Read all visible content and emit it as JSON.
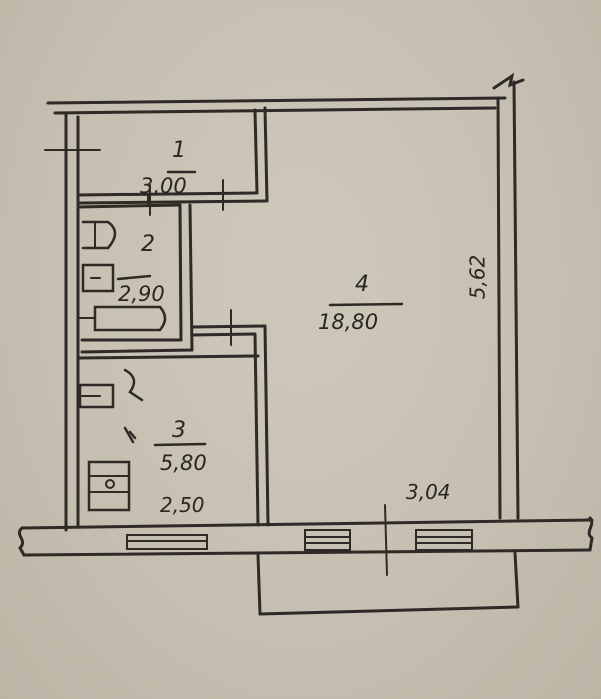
{
  "plan": {
    "rooms": [
      {
        "number": "1",
        "area": "3,00"
      },
      {
        "number": "2",
        "area": "2,90"
      },
      {
        "number": "3",
        "area": "5,80"
      },
      {
        "number": "4",
        "area": "18,80"
      }
    ],
    "dimensions": {
      "kitchen_width": "2,50",
      "room_width": "3,04",
      "room_length": "5,62"
    },
    "colors": {
      "paper": "#c9c2b4",
      "ink": "#2a2622"
    }
  }
}
